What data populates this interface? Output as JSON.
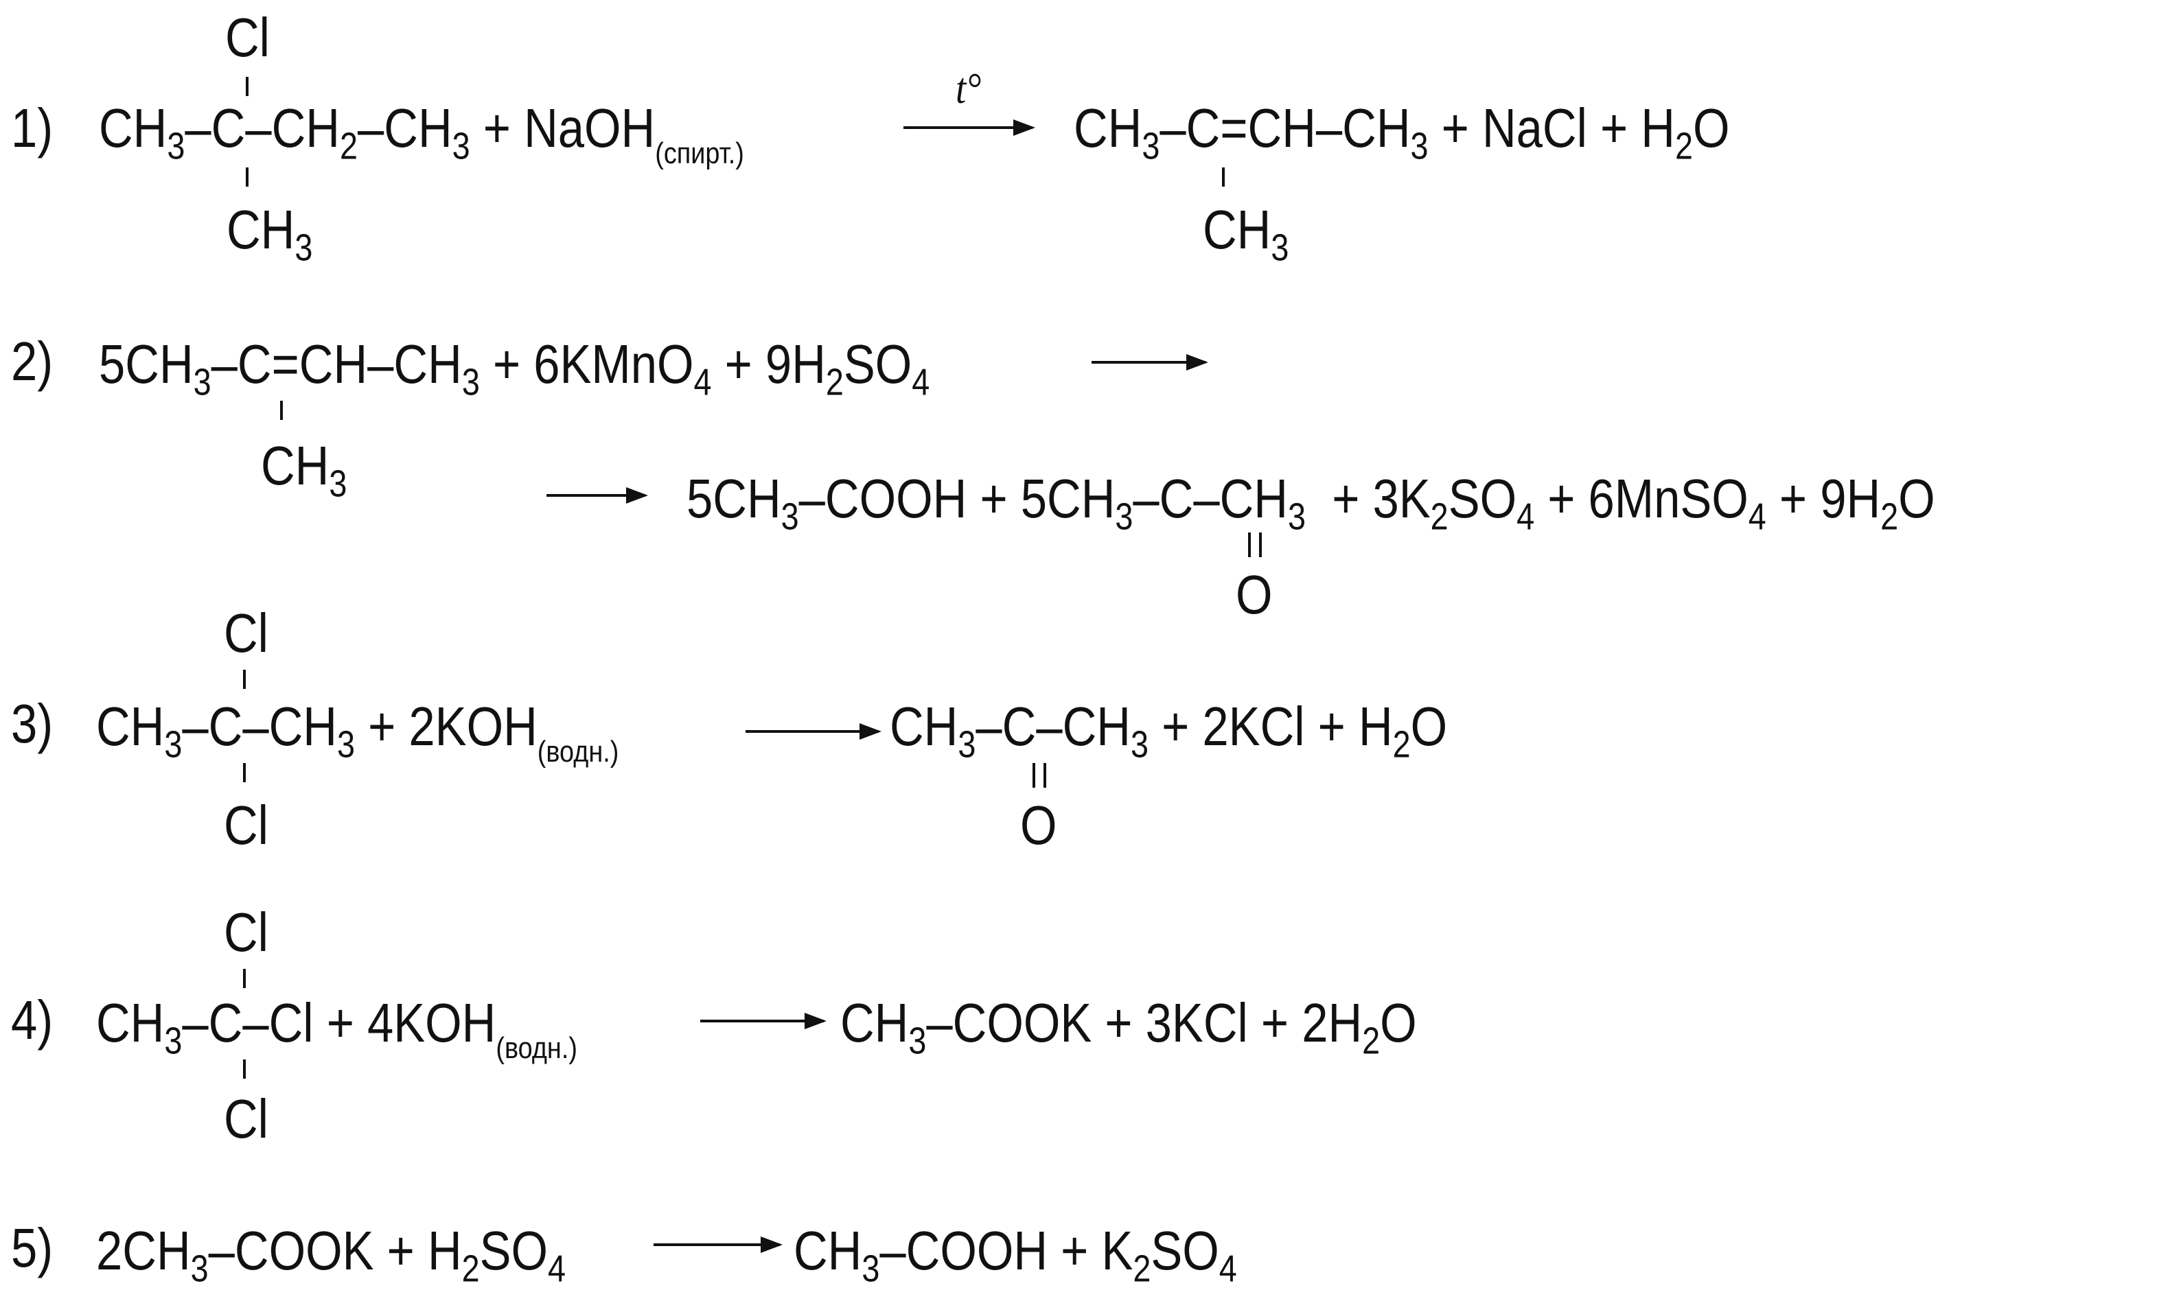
{
  "reactions": [
    {
      "number": "1)",
      "reactants": "CH3–C–CH2–CH3 + NaOH_(спирт.)",
      "top_group": "Cl",
      "bottom_group": "CH3",
      "condition": "t°",
      "products": "CH3–C=CH–CH3 + NaCl + H2O",
      "product_bottom_group": "CH3"
    },
    {
      "number": "2)",
      "reactants": "5CH3–C=CH–CH3 + 6KMnO4 + 9H2SO4",
      "bottom_group": "CH3",
      "products": "5CH3–COOH + 5CH3–C–CH3  + 3K2SO4 + 6MnSO4 + 9H2O",
      "product_bottom_group": "O"
    },
    {
      "number": "3)",
      "reactants": "CH3–C–CH3 + 2KOH_(водн.)",
      "top_group": "Cl",
      "bottom_group": "Cl",
      "products": "CH3–C–CH3 + 2KCl + H2O",
      "product_bottom_group": "O"
    },
    {
      "number": "4)",
      "reactants": "CH3–C–Cl + 4KOH_(водн.)",
      "top_group": "Cl",
      "bottom_group": "Cl",
      "products": "CH3–COOK + 3KCl + 2H2O"
    },
    {
      "number": "5)",
      "reactants": "2CH3–COOK + H2SO4",
      "products": "CH3–COOH + K2SO4"
    }
  ]
}
